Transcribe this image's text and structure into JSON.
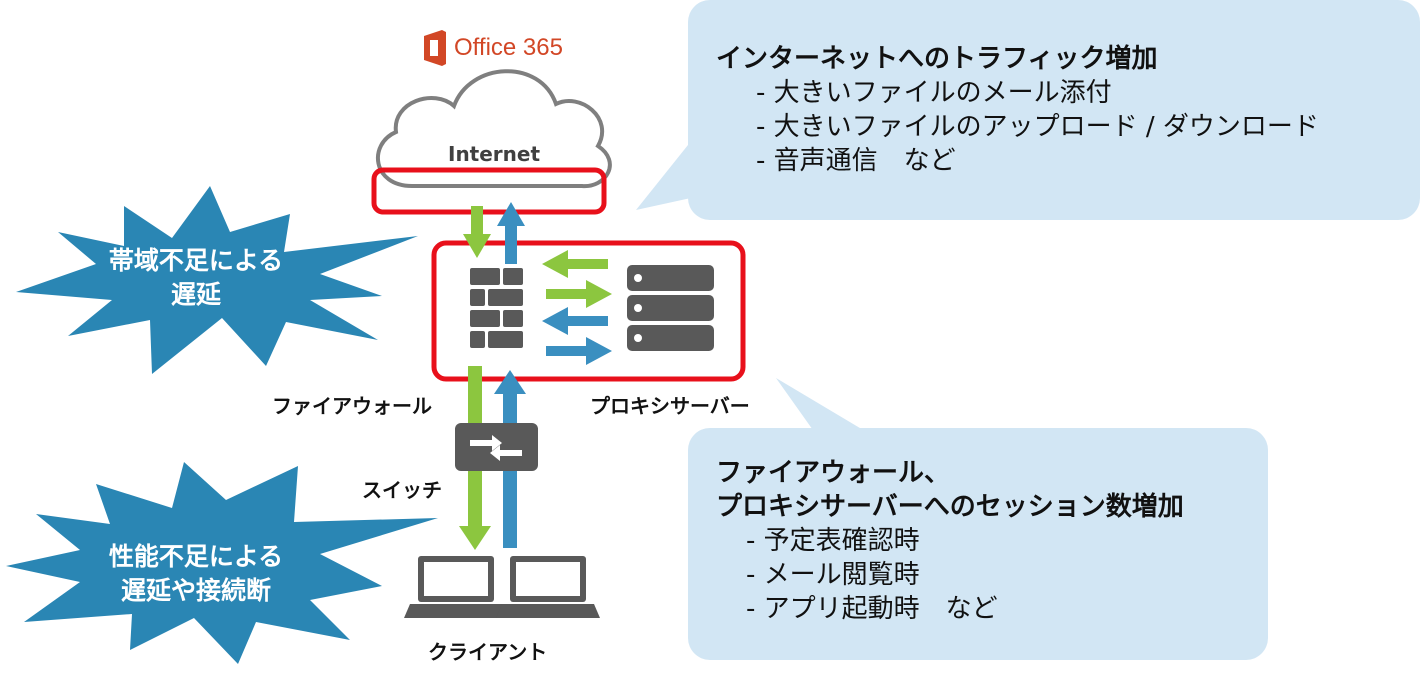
{
  "brand": {
    "logo_text": "Office 365",
    "color": "#d24726"
  },
  "cloud": {
    "label": "Internet"
  },
  "nodes": {
    "firewall": "ファイアウォール",
    "proxy": "プロキシサーバー",
    "switch": "スイッチ",
    "client": "クライアント"
  },
  "callouts": {
    "traffic": {
      "title": "インターネットへのトラフィック増加",
      "items": [
        "- 大きいファイルのメール添付",
        "- 大きいファイルのアップロード / ダウンロード",
        "- 音声通信　など"
      ]
    },
    "session": {
      "title_lines": [
        "ファイアウォール、",
        "プロキシサーバーへのセッション数増加"
      ],
      "items": [
        "- 予定表確認時",
        "- メール閲覧時",
        "- アプリ起動時　など"
      ]
    }
  },
  "bursts": {
    "bandwidth": [
      "帯域不足による",
      "遅延"
    ],
    "performance": [
      "性能不足による",
      "遅延や接続断"
    ]
  },
  "colors": {
    "highlight_red": "#e8101b",
    "arrow_green": "#8cc63f",
    "arrow_blue": "#3a8fc0",
    "burst_blue": "#2a86b4",
    "callout_bg": "#d2e6f4",
    "device_gray": "#595959"
  }
}
